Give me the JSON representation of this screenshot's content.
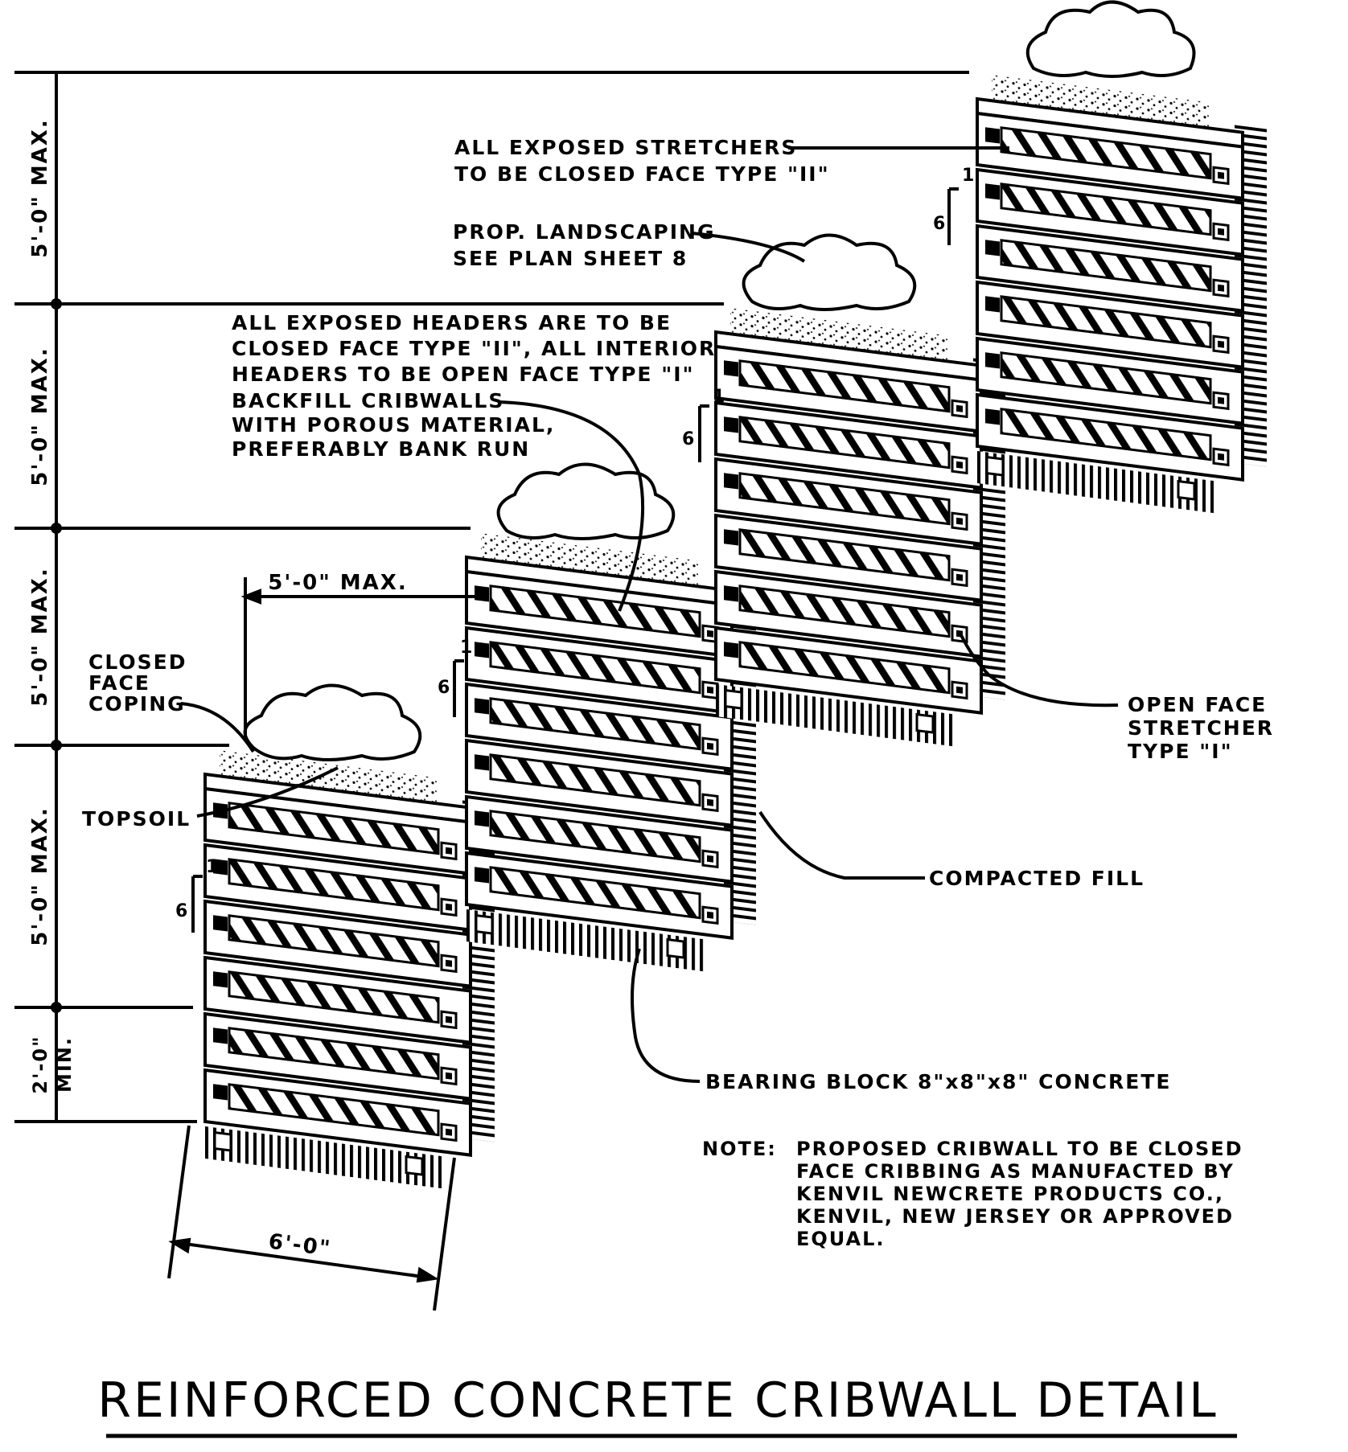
{
  "title": "REINFORCED CONCRETE CRIBWALL DETAIL",
  "dimensions": {
    "tier_height_1": "5'-0\" MAX.",
    "tier_height_2": "5'-0\" MAX.",
    "tier_height_3": "5'-0\" MAX.",
    "tier_height_4": "5'-0\" MAX.",
    "embed_line1": "2'-0\"",
    "embed_line2": "MIN.",
    "offset_width": "5'-0\" MAX.",
    "base_width": "6'-0\"",
    "batter_rise": "1",
    "batter_run": "6"
  },
  "labels": {
    "stretchers_line1": "ALL EXPOSED STRETCHERS",
    "stretchers_line2": "TO BE CLOSED FACE TYPE \"II\"",
    "landscaping_line1": "PROP. LANDSCAPING",
    "landscaping_line2": "SEE PLAN SHEET 8",
    "headers_line1": "ALL EXPOSED HEADERS ARE TO BE",
    "headers_line2": "CLOSED FACE TYPE \"II\", ALL INTERIOR",
    "headers_line3": "HEADERS TO BE OPEN FACE TYPE \"I\"",
    "backfill_line1": "BACKFILL CRIBWALLS",
    "backfill_line2": "WITH POROUS MATERIAL,",
    "backfill_line3": "PREFERABLY BANK RUN",
    "coping_line1": "CLOSED",
    "coping_line2": "FACE",
    "coping_line3": "COPING",
    "topsoil": "TOPSOIL",
    "open_face_line1": "OPEN FACE",
    "open_face_line2": "STRETCHER",
    "open_face_line3": "TYPE \"I\"",
    "compacted_fill": "COMPACTED FILL",
    "bearing_block": "BEARING BLOCK 8\"x8\"x8\" CONCRETE"
  },
  "note": {
    "prefix": "NOTE:",
    "line1": "PROPOSED CRIBWALL TO BE CLOSED",
    "line2": "FACE CRIBBING AS MANUFACTED BY",
    "line3": "KENVIL NEWCRETE PRODUCTS CO.,",
    "line4": "KENVIL, NEW JERSEY OR APPROVED",
    "line5": "EQUAL."
  }
}
